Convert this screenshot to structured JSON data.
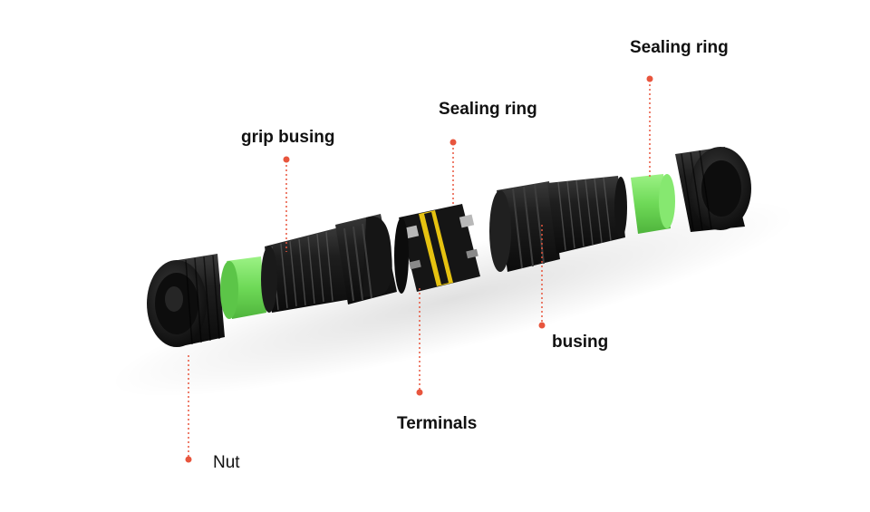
{
  "labels": {
    "sealing_ring_right": "Sealing ring",
    "sealing_ring_center": "Sealing ring",
    "grip_busing": "grip busing",
    "busing": "busing",
    "terminals": "Terminals",
    "nut": "Nut"
  },
  "colors": {
    "leader": "#e8553d",
    "connector_body": "#1a1a1a",
    "seal": "#74de5c",
    "terminal_ring": "#e6c210"
  }
}
